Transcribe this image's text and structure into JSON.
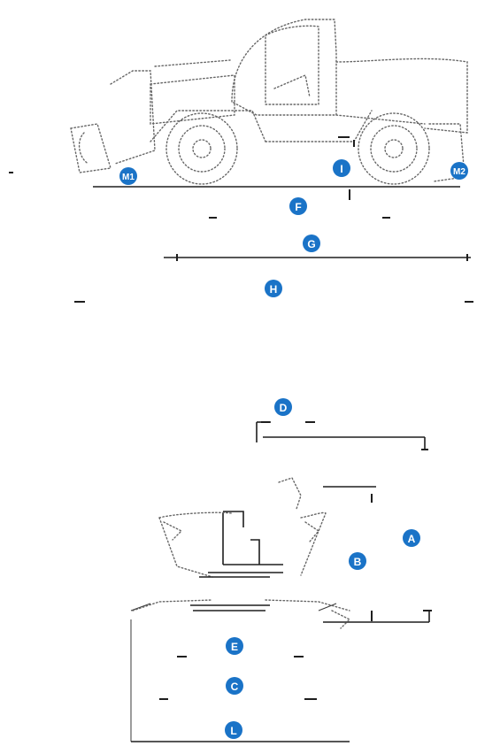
{
  "badges": {
    "m1": "M1",
    "m2": "M2",
    "i": "I",
    "f": "F",
    "g": "G",
    "h": "H",
    "d": "D",
    "a": "A",
    "b": "B",
    "e": "E",
    "c": "C",
    "l": "L"
  },
  "colors": {
    "badge": "#1a73c7",
    "line": "#1e1e1e"
  }
}
